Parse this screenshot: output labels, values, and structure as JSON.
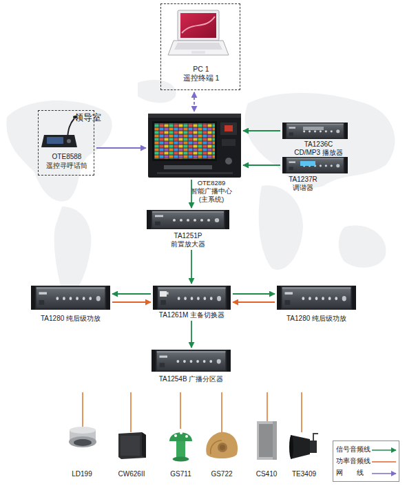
{
  "diagram": {
    "nodes": [
      {
        "text": [
          "PC 1",
          "遥控终端 1"
        ]
      },
      {
        "text": [
          "领导室",
          "OTE8588",
          "遥控寻呼话筒"
        ]
      },
      {
        "text": [
          "OTE8289",
          "智能广播中心",
          "(主系统)"
        ]
      },
      {
        "text": [
          "TA1236C",
          "CD/MP3 播放器"
        ]
      },
      {
        "text": [
          "TA1237R",
          "调谐器"
        ]
      },
      {
        "text": [
          "TA1251P",
          "前置放大器"
        ]
      },
      {
        "text": [
          "TA1261M 主备切换器"
        ]
      },
      {
        "text": [
          "TA1280 纯后级功放"
        ]
      },
      {
        "text": [
          "TA1280 纯后级功放"
        ]
      },
      {
        "text": [
          "TA1254B 广播分区器"
        ]
      },
      {
        "text": [
          "LD199"
        ]
      },
      {
        "text": [
          "CW626II"
        ]
      },
      {
        "text": [
          "GS711"
        ]
      },
      {
        "text": [
          "GS722"
        ]
      },
      {
        "text": [
          "CS410"
        ]
      },
      {
        "text": [
          "TE3409"
        ]
      }
    ],
    "edges": [
      {
        "from": 0,
        "to": 2,
        "arrow": "both"
      },
      {
        "from": 1,
        "to": 2,
        "arrow": "to"
      },
      {
        "from": 3,
        "to": 2,
        "arrow": "to"
      },
      {
        "from": 4,
        "to": 2,
        "arrow": "to"
      },
      {
        "from": 2,
        "to": 5,
        "arrow": "to"
      },
      {
        "from": 5,
        "to": 6,
        "arrow": "to"
      },
      {
        "from": 6,
        "to": 7,
        "arrow": "to"
      },
      {
        "from": 7,
        "to": 6,
        "arrow": "to"
      },
      {
        "from": 6,
        "to": 8,
        "arrow": "to"
      },
      {
        "from": 8,
        "to": 6,
        "arrow": "to"
      },
      {
        "from": 6,
        "to": 9,
        "arrow": "to"
      }
    ],
    "legend": [
      {
        "text": "信号音频线"
      },
      {
        "text": "功率音频线"
      },
      {
        "text": "网　　线"
      }
    ]
  }
}
